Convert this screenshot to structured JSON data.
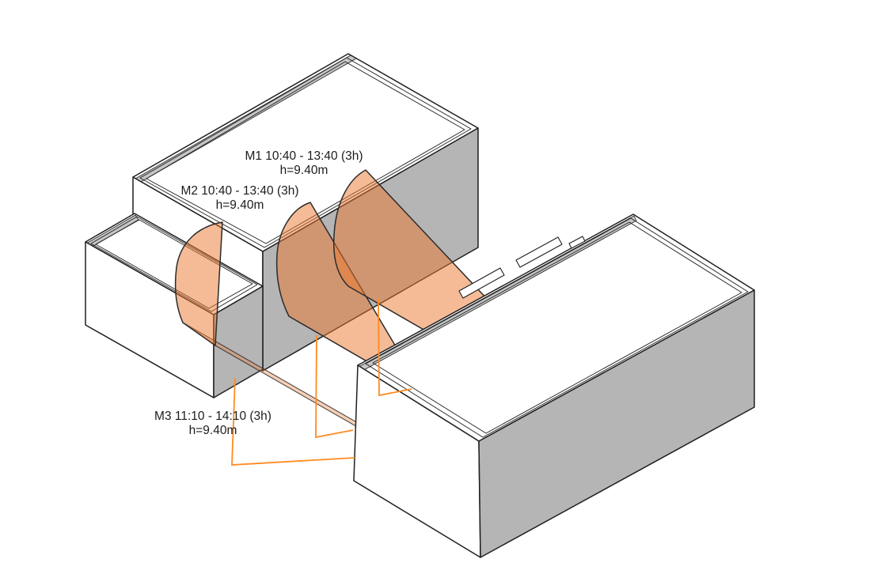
{
  "diagram": {
    "background": "#ffffff",
    "measurements": [
      {
        "id": "M1",
        "start_time": "10:40",
        "end_time": "13:40",
        "duration": "(3h)",
        "height": "h=9.40m",
        "line1": "M1 10:40 - 13:40 (3h)",
        "line2": "h=9.40m"
      },
      {
        "id": "M2",
        "start_time": "10:40",
        "end_time": "13:40",
        "duration": "(3h)",
        "height": "h=9.40m",
        "line1": "M2 10:40 - 13:40 (3h)",
        "line2": "h=9.40m"
      },
      {
        "id": "M3",
        "start_time": "11:10",
        "end_time": "14:10",
        "duration": "(3h)",
        "height": "h=9.40m",
        "line1": "M3 11:10 - 14:10 (3h)",
        "line2": "h=9.40m"
      }
    ],
    "colors": {
      "background": "#ffffff",
      "outline": "#1f1f1f",
      "wall_shade": "#b5b5b5",
      "parapet_shade": "#c6c6c6",
      "fan_fill": "#ec772f",
      "fan_stroke": "#2b2b2b",
      "sun_outline": "#ff8b1f",
      "text": "#1c1c1c"
    }
  }
}
